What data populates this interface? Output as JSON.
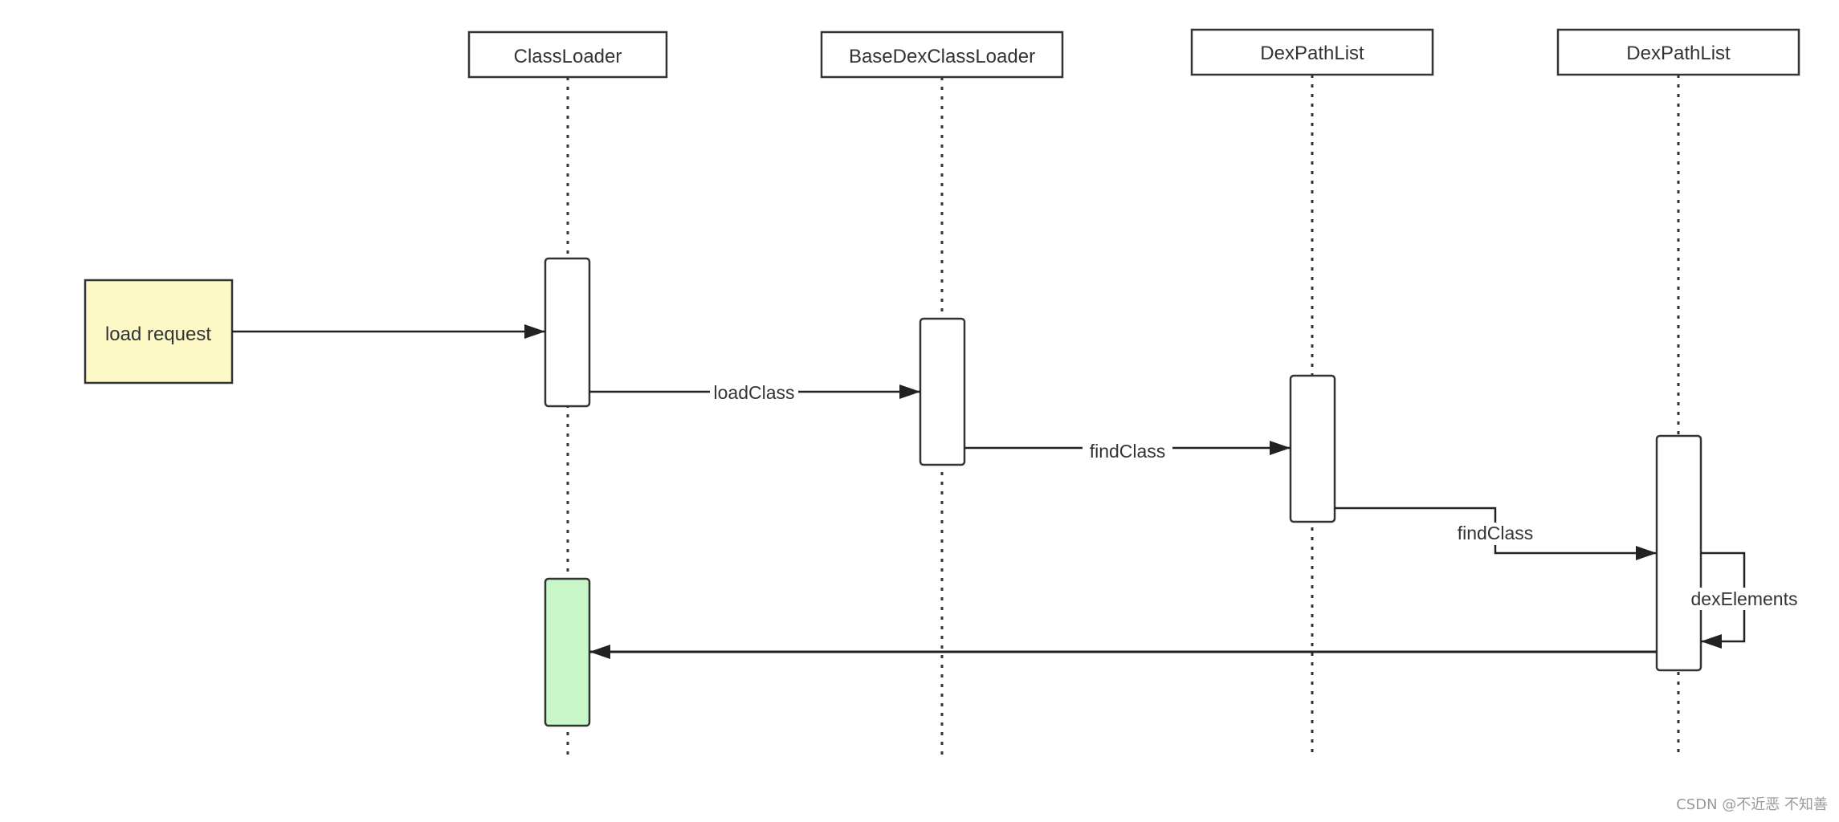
{
  "participants": [
    {
      "id": "p1",
      "label": "ClassLoader"
    },
    {
      "id": "p2",
      "label": "BaseDexClassLoader"
    },
    {
      "id": "p3",
      "label": "DexPathList"
    },
    {
      "id": "p4",
      "label": "DexPathList"
    }
  ],
  "initiator": {
    "label": "load request",
    "fill": "#fcf9c7"
  },
  "messages": [
    {
      "id": "loadclass",
      "label": "loadClass"
    },
    {
      "id": "findclass-1",
      "label": "findClass"
    },
    {
      "id": "findclass-2",
      "label": "findClass"
    },
    {
      "id": "dexelements",
      "label": "dexElements"
    }
  ],
  "return_activation_fill": "#c8f6c8",
  "watermark": "CSDN @不近恶 不知善"
}
